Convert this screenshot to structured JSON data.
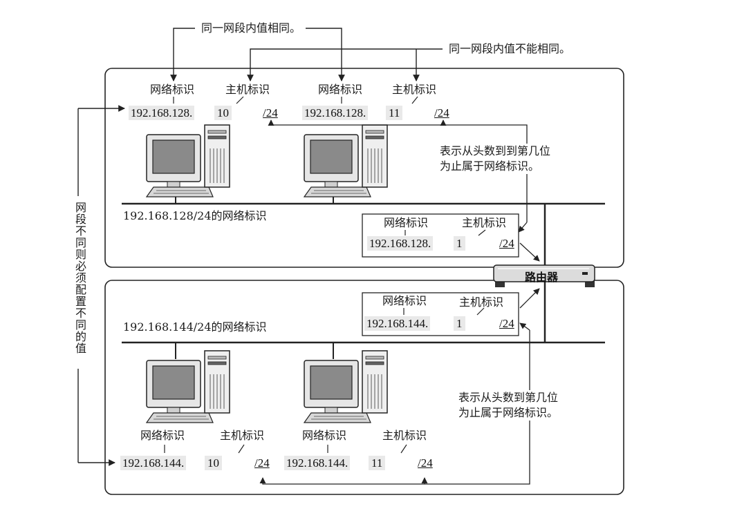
{
  "top_notes": {
    "same_value": "同一网段内值相同。",
    "different_value": "同一网段内值不能相同。"
  },
  "side_note": "网段不同则必须配置不同的值",
  "router": {
    "label": "路由器"
  },
  "network1": {
    "segment_label": "192.168.128/24的网络标识",
    "annotation": "表示从头数到到第几位\n为止属于网络标识。",
    "hosts": [
      {
        "net_label": "网络标识",
        "host_label": "主机标识",
        "prefix": "192.168.128.",
        "host": "10",
        "mask": "/24"
      },
      {
        "net_label": "网络标识",
        "host_label": "主机标识",
        "prefix": "192.168.128.",
        "host": "11",
        "mask": "/24"
      }
    ],
    "router_iface": {
      "net_label": "网络标识",
      "host_label": "主机标识",
      "prefix": "192.168.128.",
      "host": "1",
      "mask": "/24"
    }
  },
  "network2": {
    "segment_label": "192.168.144/24的网络标识",
    "annotation": "表示从头数到第几位\n为止属于网络标识。",
    "hosts": [
      {
        "net_label": "网络标识",
        "host_label": "主机标识",
        "prefix": "192.168.144.",
        "host": "10",
        "mask": "/24"
      },
      {
        "net_label": "网络标识",
        "host_label": "主机标识",
        "prefix": "192.168.144.",
        "host": "11",
        "mask": "/24"
      }
    ],
    "router_iface": {
      "net_label": "网络标识",
      "host_label": "主机标识",
      "prefix": "192.168.144.",
      "host": "1",
      "mask": "/24"
    }
  }
}
